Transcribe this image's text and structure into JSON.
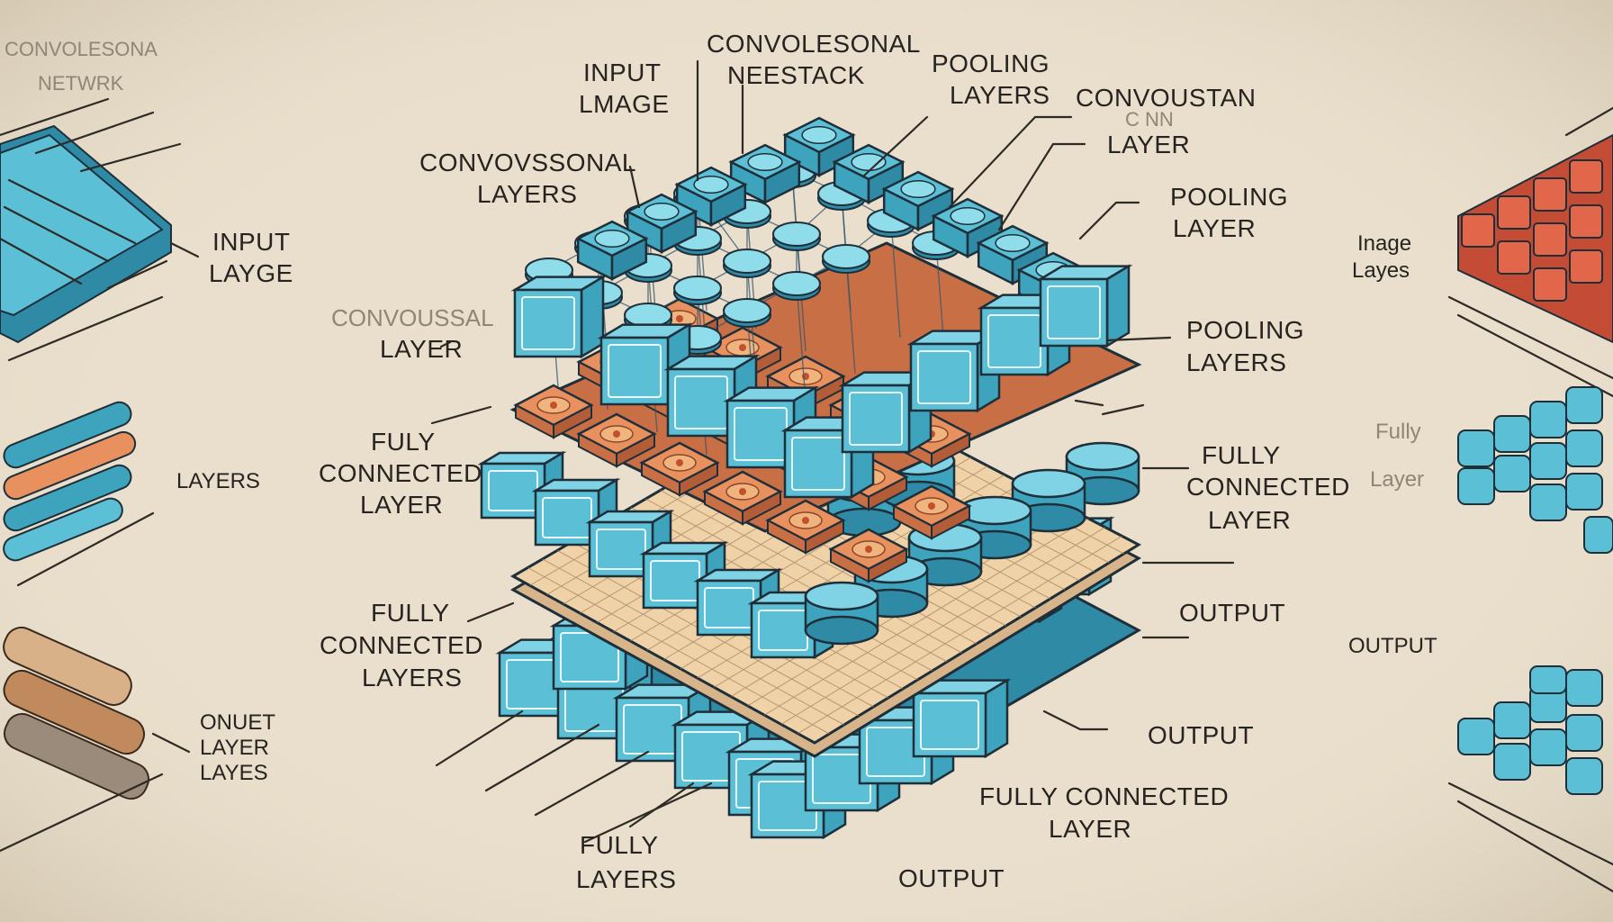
{
  "diagram": {
    "colors": {
      "background": "#e9dfcc",
      "cube_face": "#5bc0d6",
      "cube_side": "#3ea3bd",
      "cube_dark": "#2f8aa6",
      "pooling_tile": "#e8915f",
      "pooling_inner": "#f0b47f",
      "grid_plate": "#f0d2a8",
      "side_red": "#e2664a",
      "outline": "#1f2f3a"
    },
    "labels": {
      "top_left_title_1": "CONVOLESONA",
      "top_left_title_2": "NETWRK",
      "input_image_1": "INPUT",
      "input_image_2": "LMAGE",
      "conv_stack_1": "CONVOLESONAL",
      "conv_stack_2": "NEESTACK",
      "pooling_layers_top_1": "POOLING",
      "pooling_layers_top_2": "LAYERS",
      "convoustan_1": "CONVOUSTAN",
      "convoustan_faint": "C  NN",
      "convoustan_2": "LAYER",
      "conv_layers_left_1": "CONVOVSSONAL",
      "conv_layers_left_2": "LAYERS",
      "pooling_layer_right_1": "POOLING",
      "pooling_layer_right_2": "LAYER",
      "input_layge_1": "INPUT",
      "input_layge_2": "LAYGE",
      "conv_layer_mid_1": "CONVOUSSAL",
      "conv_layer_mid_2": "LAYER",
      "image_layes_1": "Inage",
      "image_layes_2": "Layes",
      "pooling_layers_mid_1": "POOLING",
      "pooling_layers_mid_2": "LAYERS",
      "fully_left_1": "FULY",
      "fully_left_2": "CONNECTED",
      "fully_left_3": "LAYER",
      "layers_side": "LAYERS",
      "fully_faint_right": "Fully",
      "layer_faint_right": "Layer",
      "fully_right_1": "FULLY",
      "fully_right_2": "CONNECTED",
      "fully_right_3": "LAYER",
      "fully_lower_1": "FULLY",
      "fully_lower_2": "CONNECTED",
      "fully_lower_3": "LAYERS",
      "output_1": "OUTPUT",
      "output_far_right": "OUTPUT",
      "output_2": "OUTPUT",
      "onuet_1": "ONUET",
      "onuet_2": "LAYER",
      "onuet_3": "LAYES",
      "fully_connected_bottom_1": "FULLY CONNECTED",
      "fully_connected_bottom_2": "LAYER",
      "fully_bottom_1": "FULLY",
      "fully_bottom_2": "LAYERS",
      "output_bottom": "OUTPUT"
    }
  }
}
